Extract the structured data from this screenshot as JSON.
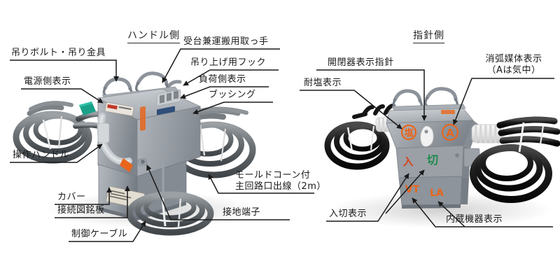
{
  "figure": {
    "panels": [
      {
        "id": "handle-side",
        "title": "ハンドル側",
        "callouts": [
          {
            "name": "suspension-bolt",
            "text": "吊りボルト・吊り金具"
          },
          {
            "name": "power-source-side-marking",
            "text": "電源側表示"
          },
          {
            "name": "operating-handle",
            "text": "操作ハンドル"
          },
          {
            "name": "cover",
            "text": "カバー"
          },
          {
            "name": "wiring-diagram-nameplate",
            "text": "接続図銘板"
          },
          {
            "name": "control-cable",
            "text": "制御ケーブル"
          },
          {
            "name": "carrying-handle",
            "text": "受台兼運搬用取っ手"
          },
          {
            "name": "lifting-hook",
            "text": "吊り上げ用フック"
          },
          {
            "name": "load-side-marking",
            "text": "負荷側表示"
          },
          {
            "name": "bushing",
            "text": "ブッシング"
          },
          {
            "name": "mold-cone-lead-line1",
            "text": "モールドコーン付"
          },
          {
            "name": "mold-cone-lead-line2",
            "text": "主回路口出線（2m）"
          },
          {
            "name": "earth-terminal",
            "text": "接地端子"
          }
        ]
      },
      {
        "id": "pointer-side",
        "title": "指針側",
        "callouts": [
          {
            "name": "switch-indicator-pointer",
            "text": "開閉器表示指針"
          },
          {
            "name": "salt-resistant-marking",
            "text": "耐塩表示"
          },
          {
            "name": "arc-quenching-medium-line1",
            "text": "消弧媒体表示"
          },
          {
            "name": "arc-quenching-medium-line2",
            "text": "（Aは気中）"
          },
          {
            "name": "on-off-indicator",
            "text": "入切表示"
          },
          {
            "name": "built-in-device-marking",
            "text": "内蔵機器表示"
          }
        ]
      }
    ],
    "device_markings": {
      "salt_resistance": "塩",
      "air_medium": "A",
      "on": "入",
      "off": "切",
      "vt": "VT",
      "la": "LA"
    },
    "colors": {
      "body_gray": "#9aa0a6",
      "body_gray_dark": "#7a8088",
      "body_gray_light": "#c2c7cc",
      "marking_orange": "#e8651d",
      "marking_red": "#d9421a",
      "marking_green": "#1f8a4c",
      "cable_gray": "#6e7478",
      "cable_black": "#1c1c1c",
      "insulator_white": "#eeeeee",
      "tag_teal": "#1aa089",
      "leader_line": "#1a1a1a",
      "text": "#1a1a1a",
      "background": "#ffffff"
    }
  }
}
